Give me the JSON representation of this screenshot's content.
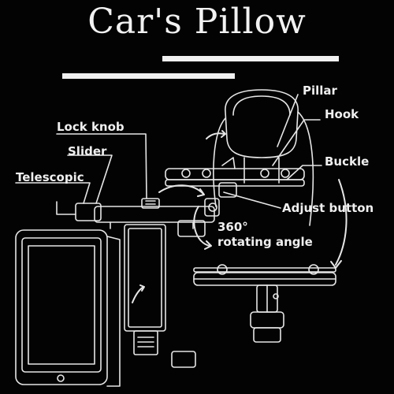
{
  "title": "Car's Pillow",
  "labels": {
    "lock_knob": "Lock knob",
    "slider": "Slider",
    "telescopic": "Telescopic",
    "pillar": "Pillar",
    "hook": "Hook",
    "buckle": "Buckle",
    "adjust_button": "Adjust button",
    "rotation_value": "360°",
    "rotating_angle": "rotating angle"
  }
}
